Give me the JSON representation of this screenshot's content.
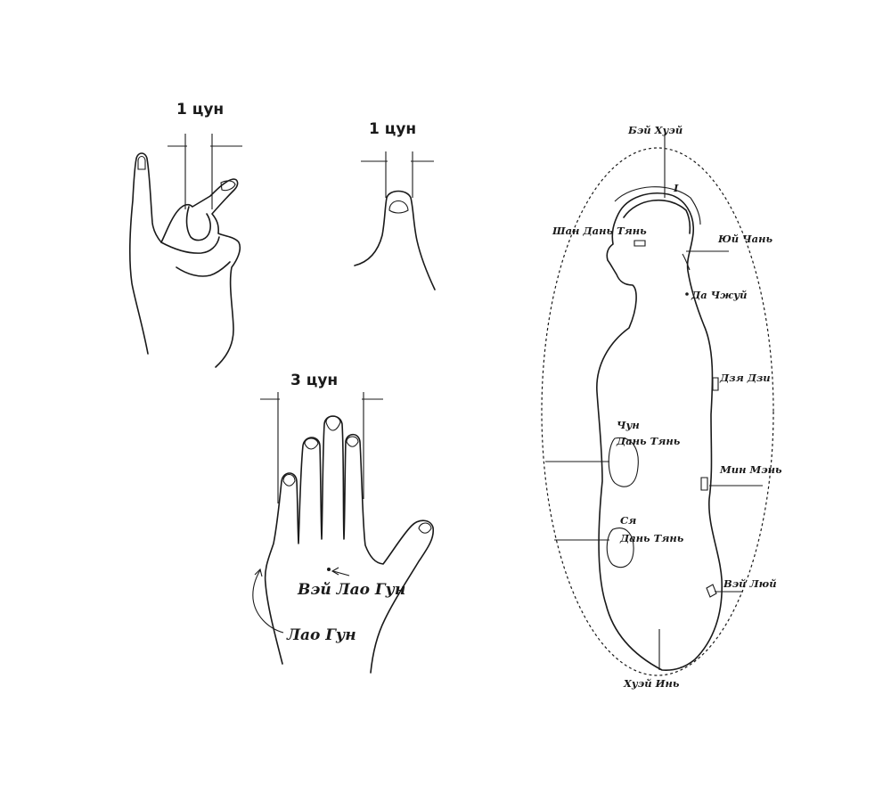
{
  "measures": {
    "index_finger": "1 цун",
    "thumb": "1 цун",
    "four_fingers": "3 цун"
  },
  "hand_points": {
    "wei_lao_gong": "Вэй Лао Гун",
    "lao_gong": "Лао Гун"
  },
  "body_points": {
    "bai_hui": "Бэй Хуэй",
    "shang_dan_tian": "Шан Дань Тянь",
    "yu_zhen": "Юй Чань",
    "da_zhui": "Да Чжуй",
    "jia_ji": "Дзя Дзи",
    "zhong_line1": "Чун",
    "zhong_line2": "Дань Тянь",
    "ming_men": "Мин Мэнь",
    "xia_line1": "Ся",
    "xia_line2": "Дань Тянь",
    "wei_lu": "Вэй Люй",
    "hui_yin": "Хуэй Инь"
  },
  "marker_symbol": "I"
}
